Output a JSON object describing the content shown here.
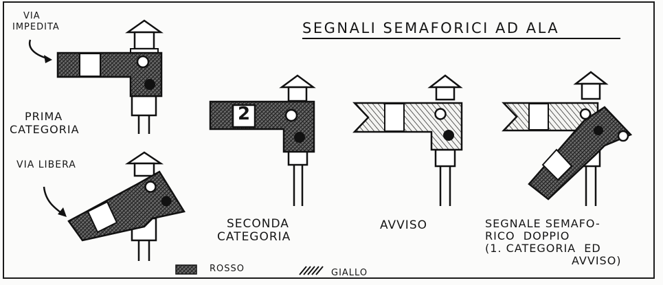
{
  "title": "SEGNALI SEMAFORICI AD ALA",
  "labels": {
    "via_impedita_1": "VIA",
    "via_impedita_2": "IMPEDITA",
    "prima_1": "PRIMA",
    "prima_2": "CATEGORIA",
    "via_libera": "VIA LIBERA",
    "seconda_1": "SECONDA",
    "seconda_2": "CATEGORIA",
    "seconda_number": "2",
    "avviso": "AVVISO",
    "doppio_1": "SEGNALE SEMAFO-",
    "doppio_2": "RICO  DOPPIO",
    "doppio_3": "(1. CATEGORIA  ED",
    "doppio_4": "AVVISO)"
  },
  "legend": {
    "rosso": "ROSSO",
    "giallo": "GIALLO"
  },
  "colors": {
    "ink": "#151515",
    "paper": "#fbfbfa"
  }
}
